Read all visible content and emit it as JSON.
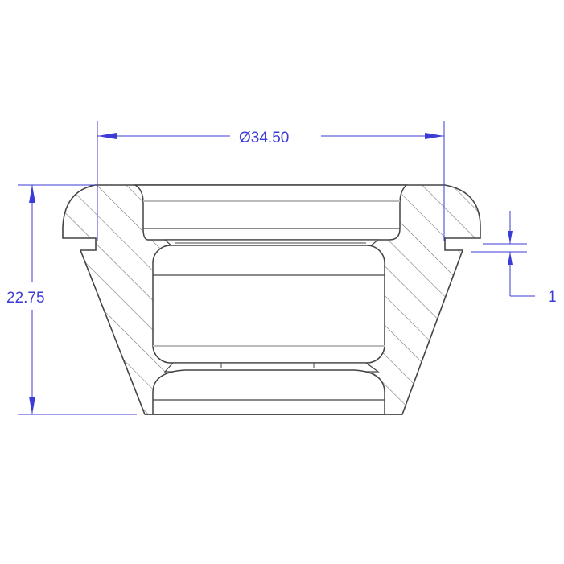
{
  "drawing": {
    "title": "cross-section",
    "dimensions": {
      "diameter": "Ø34.50",
      "height": "22.75",
      "step": "1"
    },
    "colors": {
      "dimension": "#3b3bd6",
      "outline": "#444444",
      "hatch": "#777777"
    }
  }
}
